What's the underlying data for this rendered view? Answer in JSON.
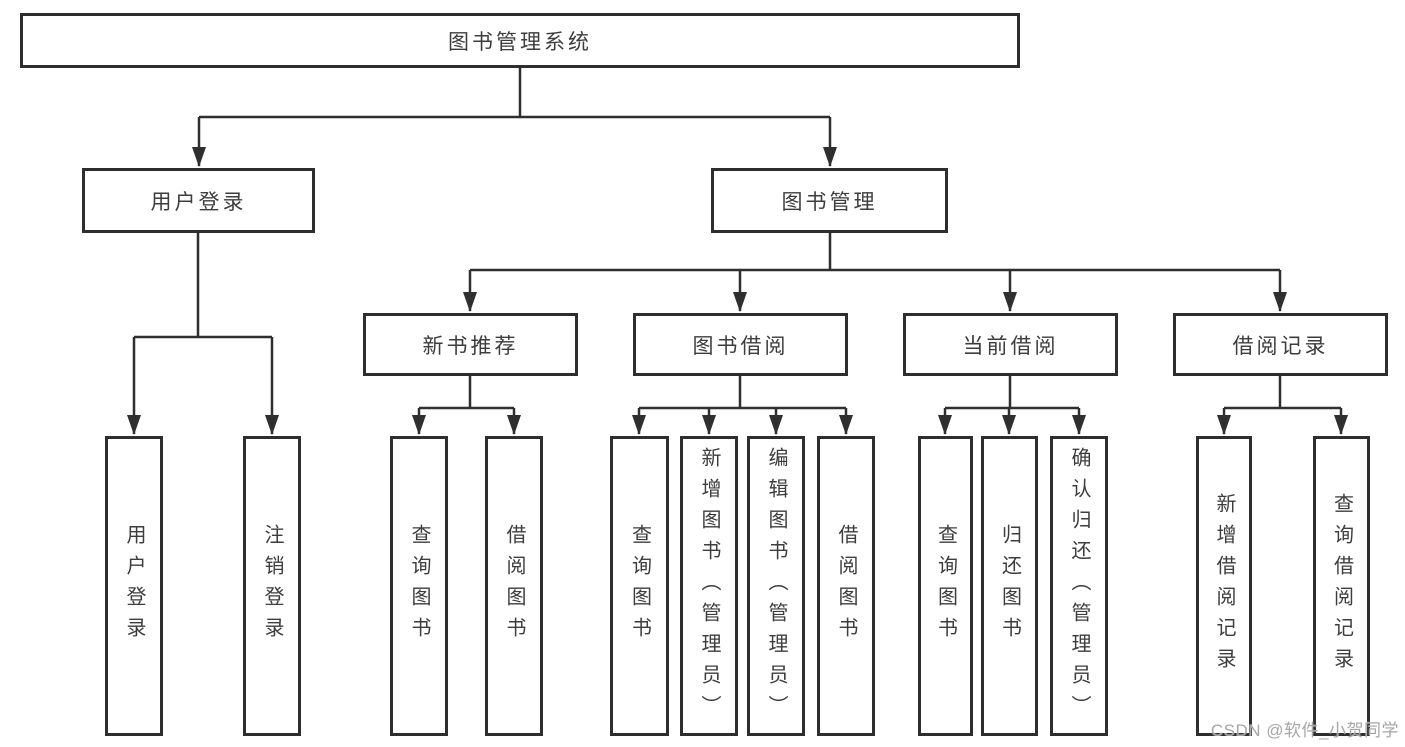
{
  "tree": {
    "root": {
      "label": "图书管理系统",
      "children": [
        {
          "label": "用户登录",
          "children": [
            {
              "label": "用户登录"
            },
            {
              "label": "注销登录"
            }
          ]
        },
        {
          "label": "图书管理",
          "children": [
            {
              "label": "新书推荐",
              "children": [
                {
                  "label": "查询图书"
                },
                {
                  "label": "借阅图书"
                }
              ]
            },
            {
              "label": "图书借阅",
              "children": [
                {
                  "label": "查询图书"
                },
                {
                  "label": "新增图书（管理员）"
                },
                {
                  "label": "编辑图书（管理员）"
                },
                {
                  "label": "借阅图书"
                }
              ]
            },
            {
              "label": "当前借阅",
              "children": [
                {
                  "label": "查询图书"
                },
                {
                  "label": "归还图书"
                },
                {
                  "label": "确认归还（管理员）"
                }
              ]
            },
            {
              "label": "借阅记录",
              "children": [
                {
                  "label": "新增借阅记录"
                },
                {
                  "label": "查询借阅记录"
                }
              ]
            }
          ]
        }
      ]
    }
  },
  "watermark": {
    "text": "CSDN @软件_小贺同学"
  },
  "colors": {
    "line": "#2f2f2f",
    "text": "#3d3d3d",
    "watermark": "#a6a6a6",
    "background": "#ffffff"
  }
}
